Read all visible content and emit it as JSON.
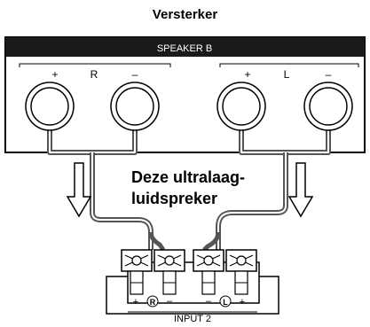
{
  "title": "Versterker",
  "panel": {
    "label": "SPEAKER B"
  },
  "amp_terminals": {
    "right": {
      "plus": "+",
      "channel": "R",
      "minus": "–"
    },
    "left": {
      "plus": "+",
      "channel": "L",
      "minus": "–"
    }
  },
  "caption": {
    "line1": "Deze ultralaag-",
    "line2": "luidspreker"
  },
  "sub_panel": {
    "plus_r": "+",
    "r_mark": "R",
    "minus_r": "–",
    "minus_l": "–",
    "l_mark": "L",
    "plus_l": "+",
    "input_label": "INPUT 2"
  },
  "colors": {
    "panel": "#1a1a1a",
    "wire": "#555555",
    "wire_inner": "#ffffff",
    "stroke": "#000000"
  }
}
